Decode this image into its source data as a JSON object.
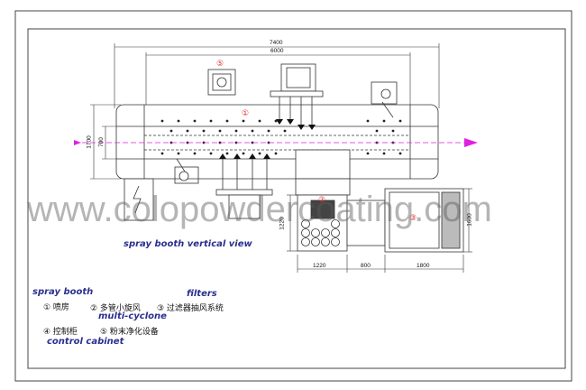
{
  "diagram": {
    "caption": "spray booth vertical view",
    "dimensions": {
      "overall_length": "7400",
      "inner_length": "6000",
      "width_outer": "1700",
      "width_inner": "700",
      "filter_height": "1220",
      "cabinet_width": "1220",
      "gap": "800",
      "filter_box_width": "1800",
      "filter_box_height": "1600"
    },
    "callouts": [
      "①",
      "②",
      "③",
      "⑤"
    ],
    "legend": {
      "item1_en": "spray booth",
      "item1_cn": "① 喷房",
      "item2_cn": "② 多管小旋风",
      "item2_en": "multi-cyclone",
      "item3_cn": "③ 过滤器抽风系统",
      "item3_en": "filters",
      "item4_cn": "④  控制柜",
      "item5_cn": "⑤  粉末净化设备",
      "item4_en": "control cabinet"
    },
    "watermark": "www.colopowdercoating.com"
  },
  "colors": {
    "line": "#333333",
    "arrow": "#e020e0",
    "label_blue": "#2a2f8f",
    "callout_red": "#e03030"
  }
}
